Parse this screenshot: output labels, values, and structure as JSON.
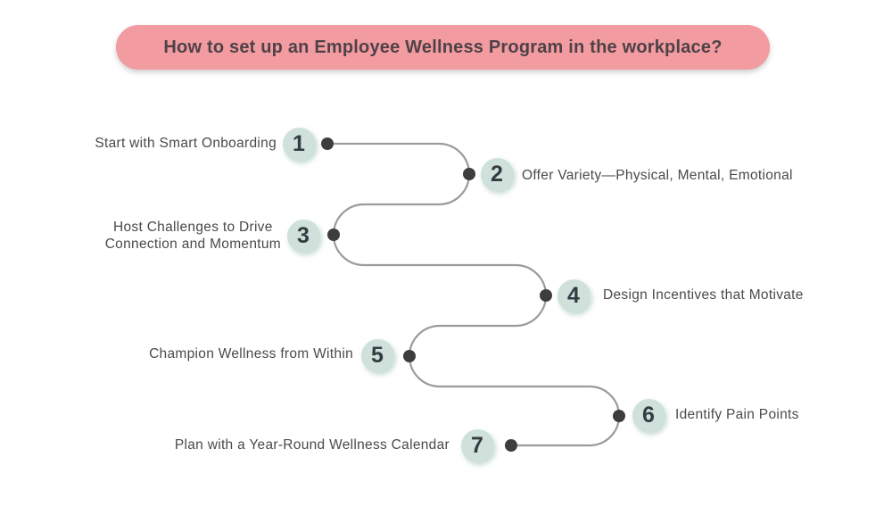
{
  "title": "How to set up an Employee Wellness Program in the workplace?",
  "diagram_type": "serpentine-step-flow",
  "colors": {
    "background": "#ffffff",
    "banner_bg": "#f29ba0",
    "banner_text": "#4e4248",
    "badge_bg": "#cfe1da",
    "badge_text": "#333c43",
    "line": "#9b9b9b",
    "dot": "#3d3d3d",
    "label_text": "#4a4a4a"
  },
  "steps": [
    {
      "number": "1",
      "label": "Start with Smart Onboarding",
      "side": "left"
    },
    {
      "number": "2",
      "label": "Offer Variety—Physical, Mental, Emotional",
      "side": "right"
    },
    {
      "number": "3",
      "label": "Host Challenges to Drive\nConnection and Momentum",
      "side": "left"
    },
    {
      "number": "4",
      "label": "Design Incentives that Motivate",
      "side": "right"
    },
    {
      "number": "5",
      "label": "Champion Wellness from Within",
      "side": "left"
    },
    {
      "number": "6",
      "label": "Identify Pain Points",
      "side": "right"
    },
    {
      "number": "7",
      "label": "Plan with a Year-Round Wellness Calendar",
      "side": "left"
    }
  ]
}
